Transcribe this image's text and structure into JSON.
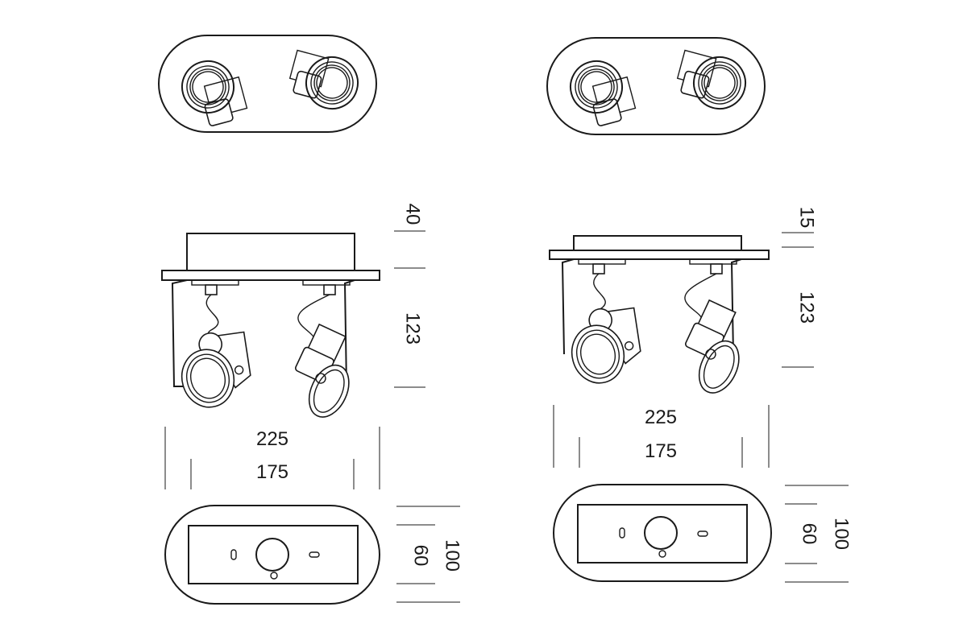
{
  "variant_a": {
    "dim_plate_height": "40",
    "dim_body_height": "123",
    "dim_overall_width": "225",
    "dim_inner_width": "175",
    "dim_base_height": "60",
    "dim_overall_depth": "100"
  },
  "variant_b": {
    "dim_plate_height": "15",
    "dim_body_height": "123",
    "dim_overall_width": "225",
    "dim_inner_width": "175",
    "dim_base_height": "60",
    "dim_overall_depth": "100"
  }
}
